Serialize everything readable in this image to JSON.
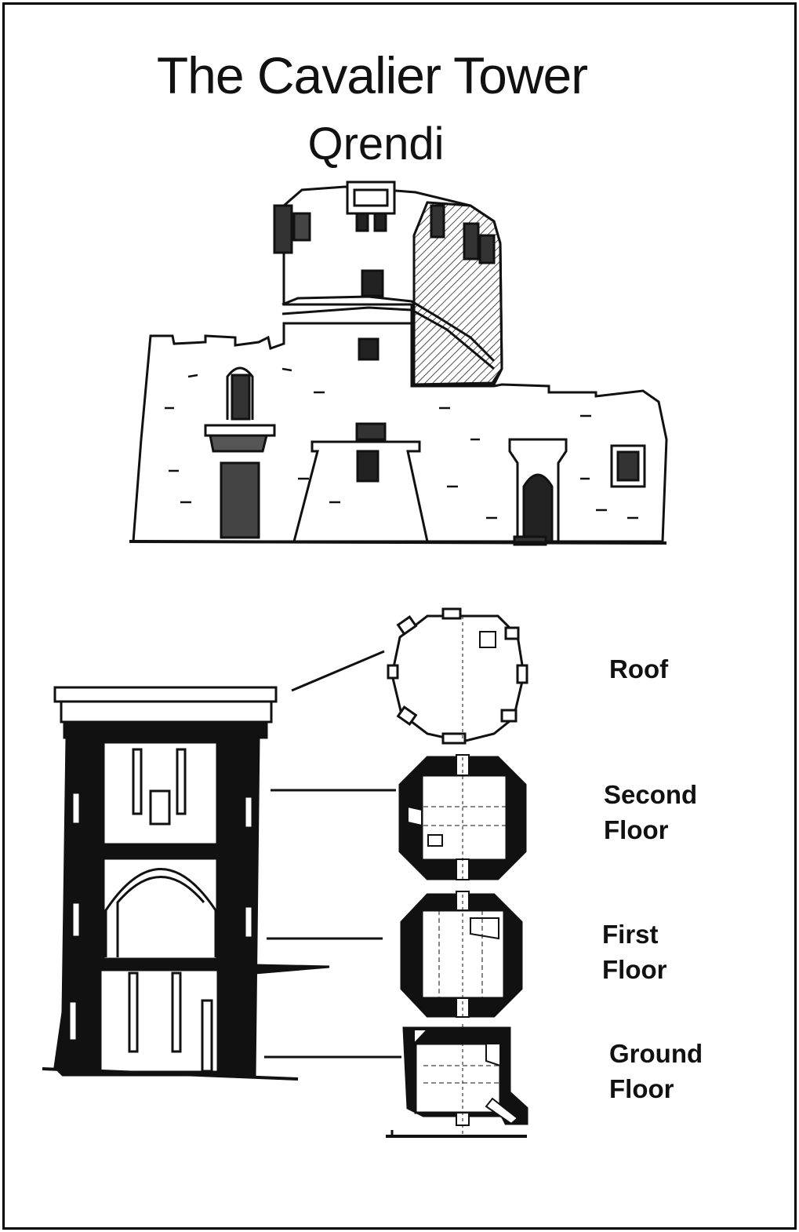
{
  "title": {
    "line1": "The Cavalier Tower",
    "line2": "Qrendi"
  },
  "plan_labels": {
    "roof": "Roof",
    "second_floor": [
      "Second",
      "Floor"
    ],
    "first_floor": [
      "First",
      "Floor"
    ],
    "ground_floor": [
      "Ground",
      "Floor"
    ]
  },
  "colors": {
    "ink": "#111111",
    "paper": "#ffffff"
  }
}
